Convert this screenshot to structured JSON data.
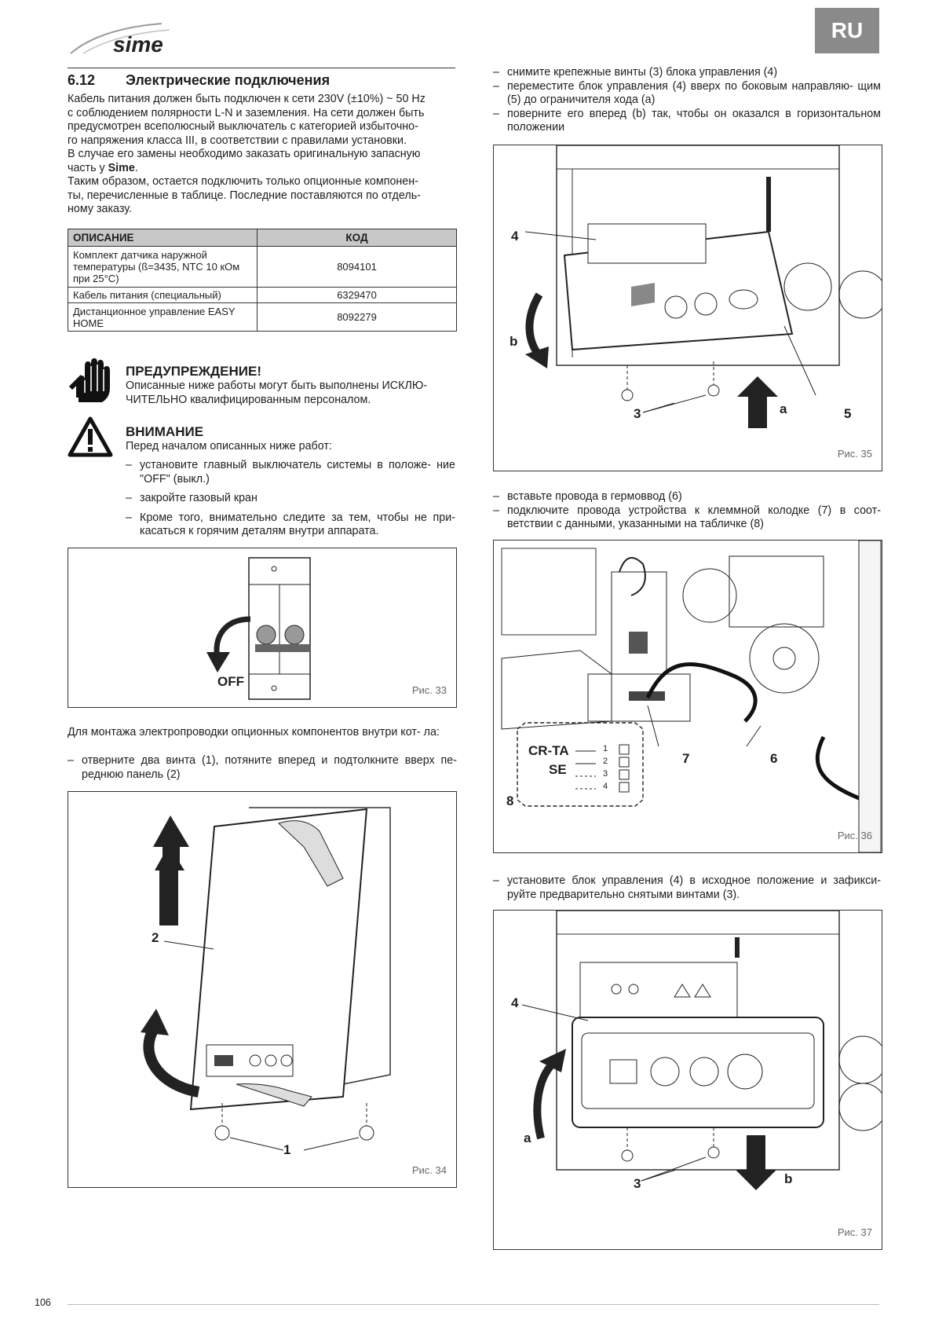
{
  "header": {
    "logo_text": "sime",
    "language_badge": "RU"
  },
  "section": {
    "number": "6.12",
    "title": "Электрические подключения",
    "intro_lines": [
      "Кабель питания должен быть подключен к сети 230V (±10%) ~ 50 Hz",
      "с соблюдением полярности L-N и заземления. На сети должен быть",
      "предусмотрен всеполюсный выключатель с категорией избыточно-",
      "го напряжения класса III, в соответствии с правилами установки.",
      "В случае его замены необходимо заказать оригинальную запасную"
    ],
    "part_prefix": "часть у ",
    "part_brand": "Sime",
    "part_suffix": ".",
    "outro_lines": [
      "Таким образом, остается подключить только опционные компонен-",
      "ты, перечисленные в таблице. Последние поставляются по отдель-",
      "ному заказу."
    ]
  },
  "table": {
    "headers": [
      "ОПИСАНИЕ",
      "КОД"
    ],
    "rows": [
      {
        "desc": "Комплект датчика наружной температуры (ß=3435, NTC 10 кОм при 25°C)",
        "code": "8094101"
      },
      {
        "desc": "Кабель питания (специальный)",
        "code": "6329470"
      },
      {
        "desc": "Дистанционное управление EASY HOME",
        "code": "8092279"
      }
    ]
  },
  "warning": {
    "title": "ПРЕДУПРЕЖДЕНИЕ!",
    "lines": [
      "Описанные ниже работы могут быть выполнены ИСКЛЮ-",
      "ЧИТЕЛЬНО квалифицированным персоналом."
    ]
  },
  "attention": {
    "title": "ВНИМАНИЕ",
    "intro": "Перед началом описанных ниже работ:",
    "items": [
      "установите главный выключатель системы в положе- ние \"OFF\" (выкл.)",
      "закройте газовый кран",
      "Кроме того, внимательно следите за тем, чтобы не при- касаться к горячим деталям внутри аппарата."
    ]
  },
  "figures": {
    "fig33": {
      "caption": "Рис. 33",
      "label_off": "OFF"
    },
    "fig34": {
      "caption": "Рис. 34",
      "label_1": "1",
      "label_2": "2"
    },
    "fig35": {
      "caption": "Рис. 35",
      "label_3": "3",
      "label_4": "4",
      "label_5": "5",
      "label_a": "a",
      "label_b": "b"
    },
    "fig36": {
      "caption": "Рис. 36",
      "label_6": "6",
      "label_7": "7",
      "label_8": "8",
      "label_crta": "CR-TA",
      "label_se": "SE",
      "terminals": [
        "1",
        "2",
        "3",
        "4"
      ]
    },
    "fig37": {
      "caption": "Рис. 37",
      "label_3": "3",
      "label_4": "4",
      "label_a": "a",
      "label_b": "b"
    }
  },
  "left_steps": {
    "intro": "Для монтажа электропроводки опционных компонентов внутри кот- ла:",
    "items": [
      "отверните два винта (1), потяните вперед и подтолкните вверх пе- реднюю панель (2)"
    ]
  },
  "right_steps_1": {
    "items": [
      "снимите крепежные винты (3) блока управления (4)",
      "переместите блок управления (4) вверх по боковым направляю- щим (5) до ограничителя хода (a)",
      "поверните его вперед (b) так, чтобы он оказался в горизонтальном положении"
    ]
  },
  "right_steps_2": {
    "items": [
      "вставьте провода в гермоввод (6)",
      "подключите провода устройства к клеммной колодке (7) в соот- ветствии с данными, указанными на табличке (8)"
    ]
  },
  "right_steps_3": {
    "items": [
      "установите блок управления (4) в исходное положение и зафикси- руйте предварительно снятыми винтами (3)."
    ]
  },
  "footer": {
    "page_number": "106"
  }
}
